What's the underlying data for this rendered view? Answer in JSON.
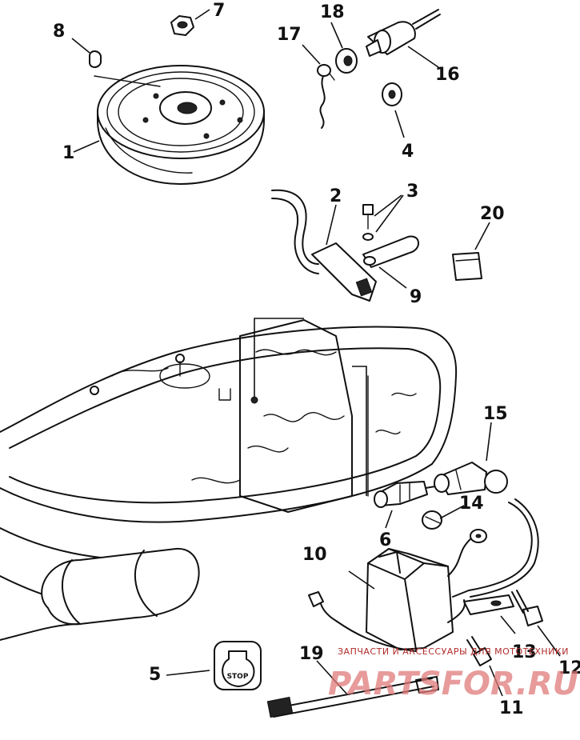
{
  "callouts": [
    {
      "id": "1",
      "label": "1"
    },
    {
      "id": "2",
      "label": "2"
    },
    {
      "id": "3",
      "label": "3"
    },
    {
      "id": "4",
      "label": "4"
    },
    {
      "id": "5",
      "label": "5"
    },
    {
      "id": "6",
      "label": "6"
    },
    {
      "id": "7",
      "label": "7"
    },
    {
      "id": "8",
      "label": "8"
    },
    {
      "id": "9",
      "label": "9"
    },
    {
      "id": "10",
      "label": "10"
    },
    {
      "id": "11",
      "label": "11"
    },
    {
      "id": "12",
      "label": "12"
    },
    {
      "id": "13",
      "label": "13"
    },
    {
      "id": "14",
      "label": "14"
    },
    {
      "id": "15",
      "label": "15"
    },
    {
      "id": "16",
      "label": "16"
    },
    {
      "id": "17",
      "label": "17"
    },
    {
      "id": "18",
      "label": "18"
    },
    {
      "id": "19",
      "label": "19"
    },
    {
      "id": "20",
      "label": "20"
    }
  ],
  "plate": {
    "text": "STOP"
  },
  "watermark": {
    "caption": "ЗАПЧАСТИ И АКСЕССУАРЫ ДЛЯ МОТОТЕХНИКИ",
    "brand": "PARTSFOR.RU"
  },
  "colors": {
    "line": "#111111",
    "watermark": "#e07a7a"
  }
}
